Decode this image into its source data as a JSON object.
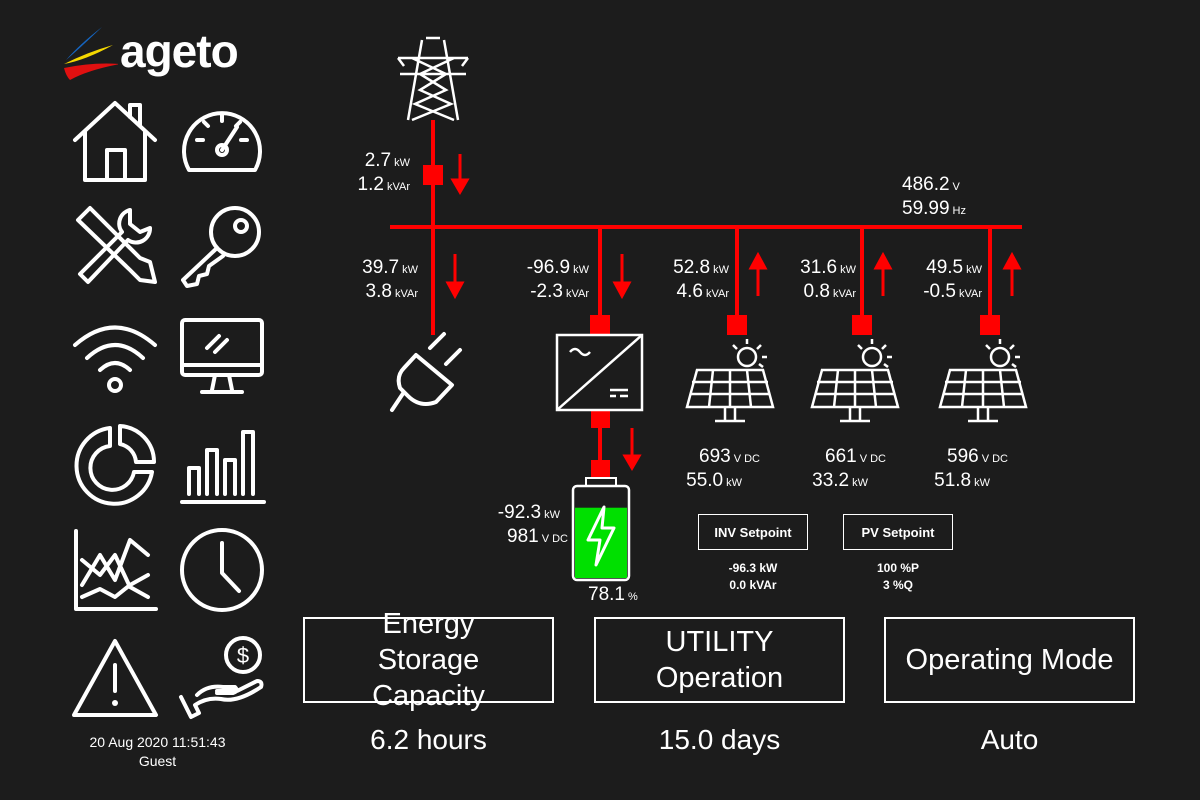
{
  "logo": {
    "text": "ageto"
  },
  "nav": [
    {
      "icon": "home-icon"
    },
    {
      "icon": "gauge-icon"
    },
    {
      "icon": "tools-icon"
    },
    {
      "icon": "key-icon"
    },
    {
      "icon": "wifi-icon"
    },
    {
      "icon": "monitor-icon"
    },
    {
      "icon": "pie-chart-icon"
    },
    {
      "icon": "bar-chart-icon"
    },
    {
      "icon": "line-chart-icon"
    },
    {
      "icon": "clock-icon"
    },
    {
      "icon": "warning-icon"
    },
    {
      "icon": "billing-icon"
    }
  ],
  "footer": {
    "datetime": "20 Aug 2020 11:51:43",
    "user": "Guest"
  },
  "grid": {
    "kw": "2.7",
    "kvar": "1.2"
  },
  "bus": {
    "voltage": "486.2",
    "frequency": "59.99"
  },
  "load": {
    "kw": "39.7",
    "kvar": "3.8"
  },
  "inverter": {
    "kw": "-96.9",
    "kvar": "-2.3"
  },
  "pv": [
    {
      "kw": "52.8",
      "kvar": "4.6",
      "vdc": "693",
      "dc_kw": "55.0"
    },
    {
      "kw": "31.6",
      "kvar": "0.8",
      "vdc": "661",
      "dc_kw": "33.2"
    },
    {
      "kw": "49.5",
      "kvar": "-0.5",
      "vdc": "596",
      "dc_kw": "51.8"
    }
  ],
  "battery": {
    "kw": "-92.3",
    "vdc": "981",
    "soc": "78.1",
    "soc_fraction": 0.781
  },
  "units": {
    "kw": "kW",
    "kvar": "kVAr",
    "v": "V",
    "hz": "Hz",
    "vdc": "V DC",
    "pct": "%"
  },
  "setpoints": {
    "inv": {
      "label": "INV Setpoint",
      "line1": "-96.3 kW",
      "line2": "0.0 kVAr"
    },
    "pv": {
      "label": "PV Setpoint",
      "line1": "100 %P",
      "line2": "3 %Q"
    }
  },
  "panels": [
    {
      "label": "Energy Storage Capacity",
      "value": "6.2 hours"
    },
    {
      "label": "UTILITY Operation",
      "value": "15.0 days"
    },
    {
      "label": "Operating Mode",
      "value": "Auto"
    }
  ],
  "colors": {
    "background": "#1c1c1c",
    "line": "#ff0000",
    "battery": "#00e000"
  }
}
